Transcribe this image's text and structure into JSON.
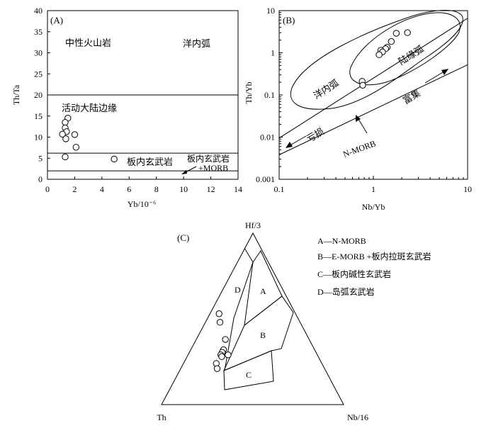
{
  "chart_data": [
    {
      "type": "scatter",
      "panel": "(A)",
      "xlabel": "Yb/10⁻⁶",
      "ylabel": "Th/Ta",
      "xlim": [
        0,
        14
      ],
      "ylim": [
        0,
        40
      ],
      "xticks": [
        0,
        2,
        4,
        6,
        8,
        10,
        12,
        14
      ],
      "yticks": [
        0,
        5,
        10,
        15,
        20,
        25,
        30,
        35,
        40
      ],
      "points": [
        {
          "x": 1.5,
          "y": 14.5
        },
        {
          "x": 1.3,
          "y": 13.5
        },
        {
          "x": 1.3,
          "y": 12.2
        },
        {
          "x": 1.4,
          "y": 11.3
        },
        {
          "x": 1.1,
          "y": 10.7
        },
        {
          "x": 2.0,
          "y": 10.6
        },
        {
          "x": 1.35,
          "y": 9.6
        },
        {
          "x": 2.1,
          "y": 7.6
        },
        {
          "x": 1.3,
          "y": 5.3
        },
        {
          "x": 4.9,
          "y": 4.8
        }
      ],
      "boundaries": [
        {
          "y": 20
        },
        {
          "y": 6.2
        },
        {
          "y": 2.0
        }
      ],
      "regions": {
        "intermediate": "中性火山岩",
        "oceanic_arc": "洋内弧",
        "active_margin": "活动大陆边缘",
        "within_plate": "板内玄武岩",
        "within_plate_morb_1": "板内玄武岩",
        "within_plate_morb_2": "+MORB"
      }
    },
    {
      "type": "scatter",
      "panel": "(B)",
      "xlabel": "Nb/Yb",
      "ylabel": "Th/Yb",
      "xscale": "log",
      "yscale": "log",
      "xlim": [
        0.1,
        10
      ],
      "ylim": [
        0.001,
        10
      ],
      "xticks": [
        "0.1",
        "1",
        "10"
      ],
      "yticks": [
        "0.001",
        "0.01",
        "0.1",
        "1",
        "10"
      ],
      "points": [
        {
          "x": 1.75,
          "y": 2.9
        },
        {
          "x": 2.3,
          "y": 3.0
        },
        {
          "x": 1.55,
          "y": 1.85
        },
        {
          "x": 1.4,
          "y": 1.35
        },
        {
          "x": 1.35,
          "y": 1.25
        },
        {
          "x": 1.2,
          "y": 1.15
        },
        {
          "x": 1.25,
          "y": 1.05
        },
        {
          "x": 1.15,
          "y": 0.9
        },
        {
          "x": 0.76,
          "y": 0.21
        },
        {
          "x": 0.77,
          "y": 0.17
        }
      ],
      "array_upper": [
        {
          "x": 0.1,
          "y": 0.0095
        },
        {
          "x": 10,
          "y": 6.6
        }
      ],
      "array_lower": [
        {
          "x": 0.1,
          "y": 0.0038
        },
        {
          "x": 10,
          "y": 0.52
        }
      ],
      "labels": {
        "oceanic_arc": "洋内弧",
        "continental_arc": "陆缘弧",
        "enriched": "富集",
        "depleted": "亏损",
        "nmorb": "N-MORB"
      }
    },
    {
      "type": "ternary",
      "panel": "(C)",
      "apices": {
        "top": "Hf/3",
        "left": "Th",
        "right": "Nb/16"
      },
      "points": [
        {
          "th": 0.42,
          "hf": 0.53,
          "nb": 0.05
        },
        {
          "th": 0.44,
          "hf": 0.48,
          "nb": 0.08
        },
        {
          "th": 0.46,
          "hf": 0.38,
          "nb": 0.16
        },
        {
          "th": 0.5,
          "hf": 0.32,
          "nb": 0.18
        },
        {
          "th": 0.515,
          "hf": 0.305,
          "nb": 0.18
        },
        {
          "th": 0.53,
          "hf": 0.29,
          "nb": 0.18
        },
        {
          "th": 0.53,
          "hf": 0.28,
          "nb": 0.19
        },
        {
          "th": 0.49,
          "hf": 0.29,
          "nb": 0.22
        },
        {
          "th": 0.58,
          "hf": 0.24,
          "nb": 0.18
        },
        {
          "th": 0.59,
          "hf": 0.21,
          "nb": 0.2
        }
      ],
      "fields": {
        "A": "A",
        "B": "B",
        "C": "C",
        "D": "D"
      },
      "legend": [
        "A—N-MORB",
        "B—E-MORB +板内拉斑玄武岩",
        "C—板内碱性玄武岩",
        "D—岛弧玄武岩"
      ]
    }
  ]
}
